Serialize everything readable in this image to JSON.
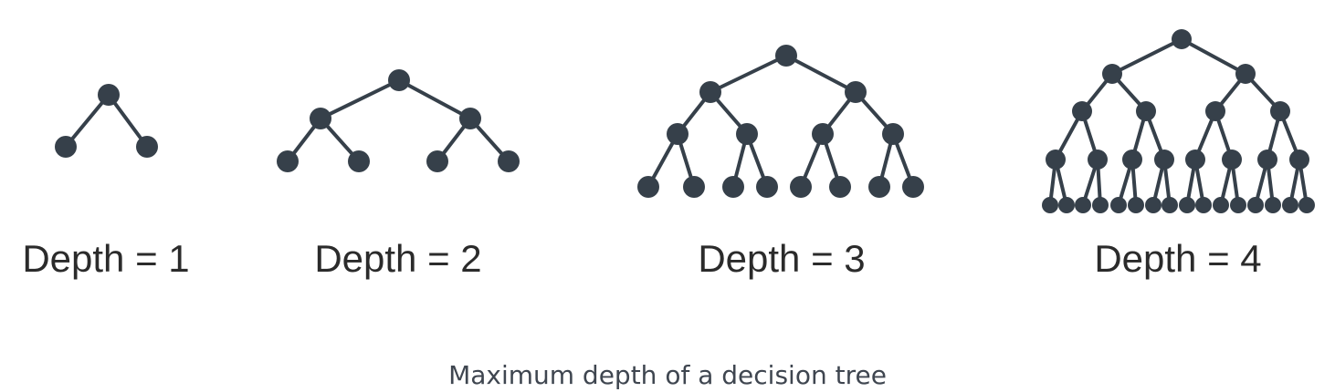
{
  "colors": {
    "tree": "#36404a",
    "label": "#2b2b2b",
    "caption": "#3f4650"
  },
  "trees": [
    {
      "name": "tree-depth-1",
      "label": "Depth = 1",
      "depth": 1
    },
    {
      "name": "tree-depth-2",
      "label": "Depth = 2",
      "depth": 2
    },
    {
      "name": "tree-depth-3",
      "label": "Depth = 3",
      "depth": 3
    },
    {
      "name": "tree-depth-4",
      "label": "Depth = 4",
      "depth": 4
    }
  ],
  "caption": "Maximum depth of a decision tree"
}
